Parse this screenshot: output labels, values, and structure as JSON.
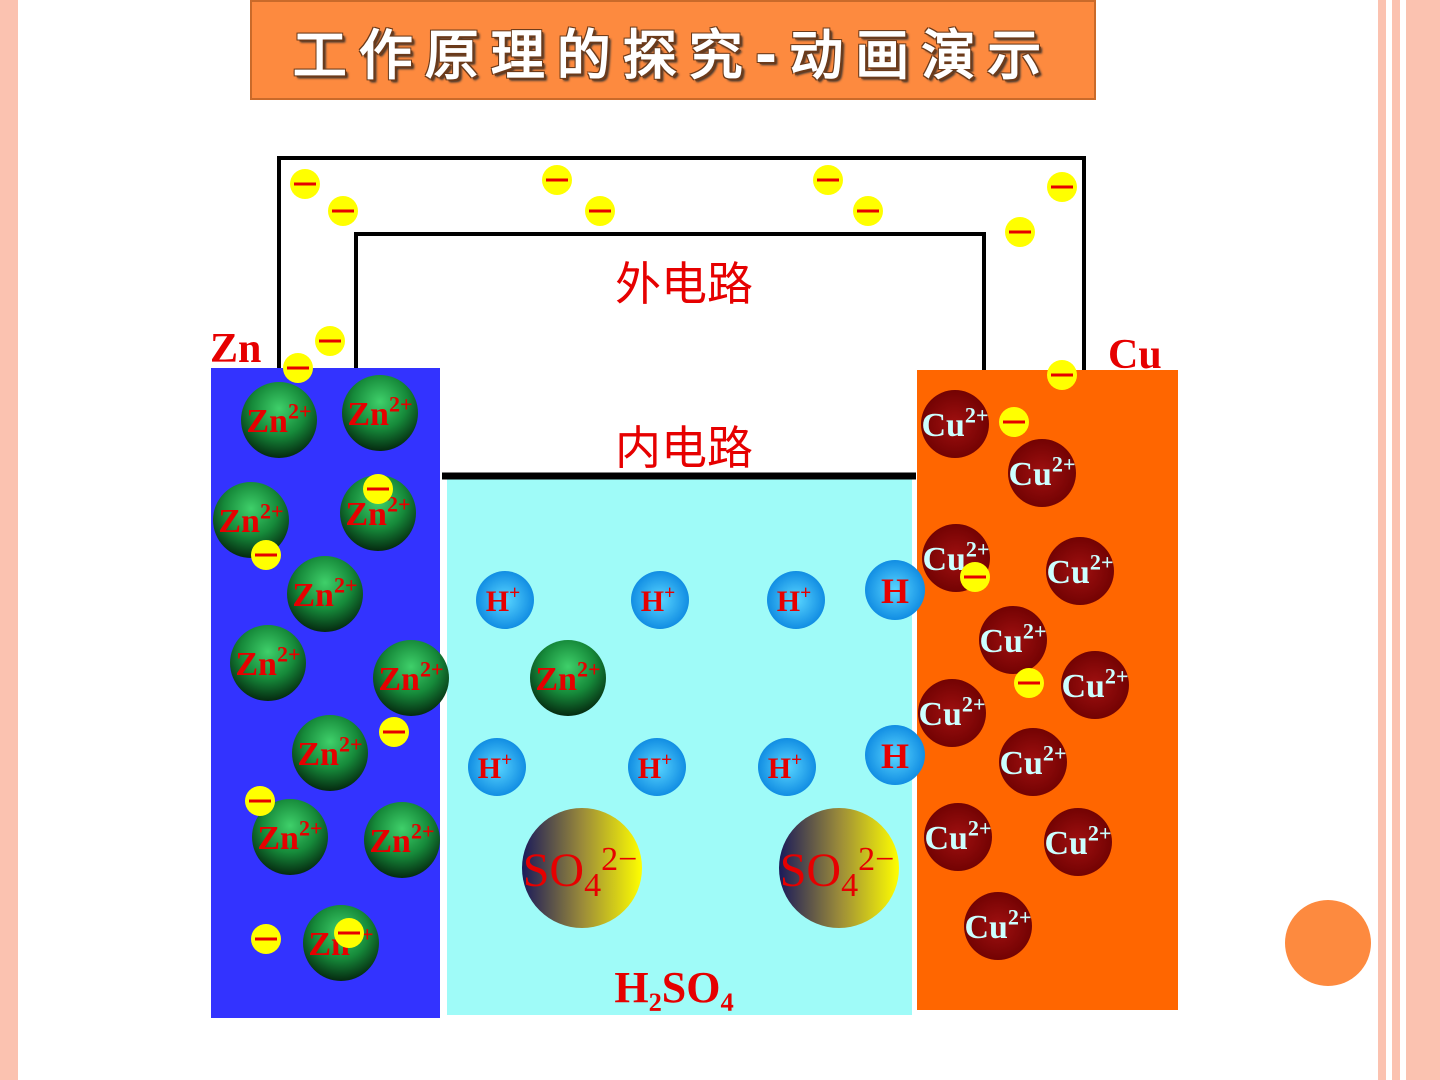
{
  "slide": {
    "title": "工作原理的探究-动画演示"
  },
  "diagram": {
    "outer_circuit_label": "外电路",
    "inner_circuit_label": "内电路",
    "zn_electrode_label": "Zn",
    "cu_electrode_label": "Cu",
    "electrolyte_label": "H₂SO₄",
    "electron_symbol": "–",
    "zn_ion": {
      "base": "Zn",
      "charge": "2+"
    },
    "cu_ion": {
      "base": "Cu",
      "charge": "2+"
    },
    "h_ion": {
      "base": "H",
      "charge": "+"
    },
    "h_atom": "H",
    "sulfate_ion": {
      "base": "SO",
      "sub": "4",
      "charge": "2−"
    },
    "colors": {
      "zn_electrode": "#3333ff",
      "cu_electrode": "#ff6600",
      "electrolyte": "#9ffbf8",
      "electron": "#ffff00",
      "label_red": "#e60000",
      "title_bar": "#fd8a3f"
    }
  }
}
